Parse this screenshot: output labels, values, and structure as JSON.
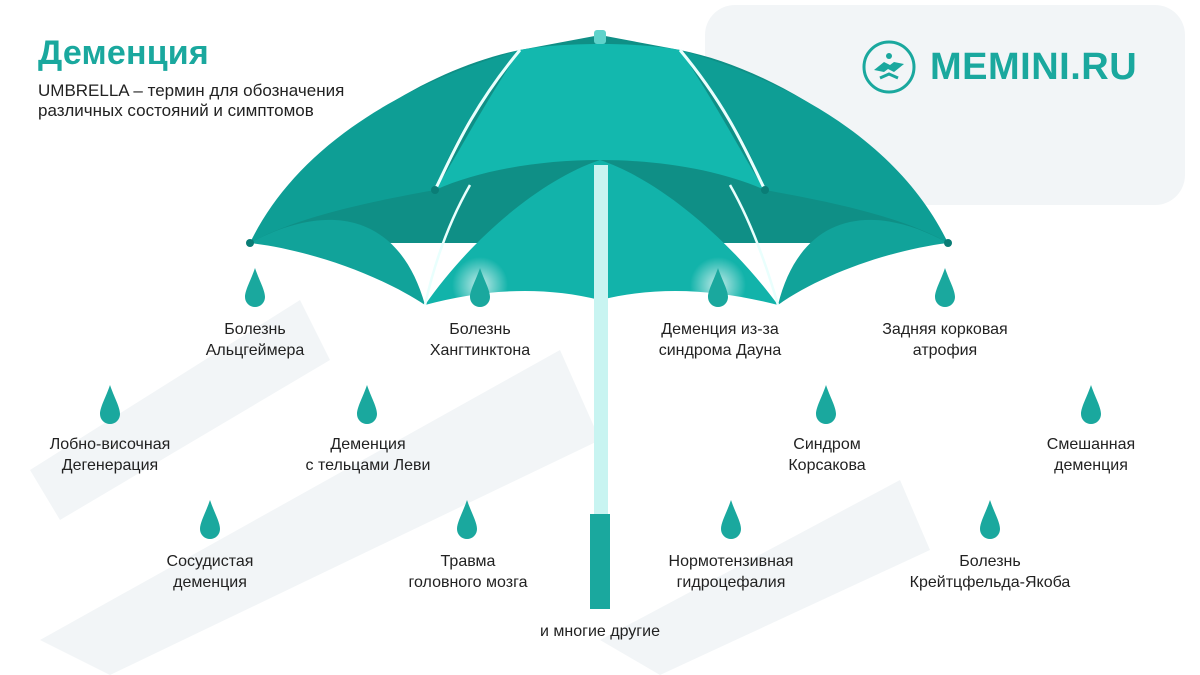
{
  "header": {
    "title": "Деменция",
    "subtitle_line1": "UMBRELLA – термин для обозначения",
    "subtitle_line2": "различных состояний и симптомов"
  },
  "logo": {
    "text": "MEMINI.RU"
  },
  "conditions": [
    {
      "line1": "Болезнь",
      "line2": "Альцгеймера"
    },
    {
      "line1": "Болезнь",
      "line2": "Хангтинктона"
    },
    {
      "line1": "Деменция из-за",
      "line2": "синдрома Дауна"
    },
    {
      "line1": "Задняя корковая",
      "line2": "атрофия"
    },
    {
      "line1": "Лобно-височная",
      "line2": "Дегенерация"
    },
    {
      "line1": "Деменция",
      "line2": "с тельцами Леви"
    },
    {
      "line1": "Синдром",
      "line2": "Корсакова"
    },
    {
      "line1": "Смешанная",
      "line2": "деменция"
    },
    {
      "line1": "Сосудистая",
      "line2": "деменция"
    },
    {
      "line1": "Травма",
      "line2": "головного мозга"
    },
    {
      "line1": "Нормотензивная",
      "line2": "гидроцефалия"
    },
    {
      "line1": "Болезнь",
      "line2": "Крейтцфельда-Якоба"
    }
  ],
  "footer": {
    "text": "и многие другие"
  },
  "colors": {
    "teal": "#1aa89e",
    "teal_dark": "#0f8f86",
    "teal_light": "#5fd3cb",
    "shaft": "#c8f4f1",
    "text": "#222222",
    "watermark": "#f2f5f7"
  }
}
